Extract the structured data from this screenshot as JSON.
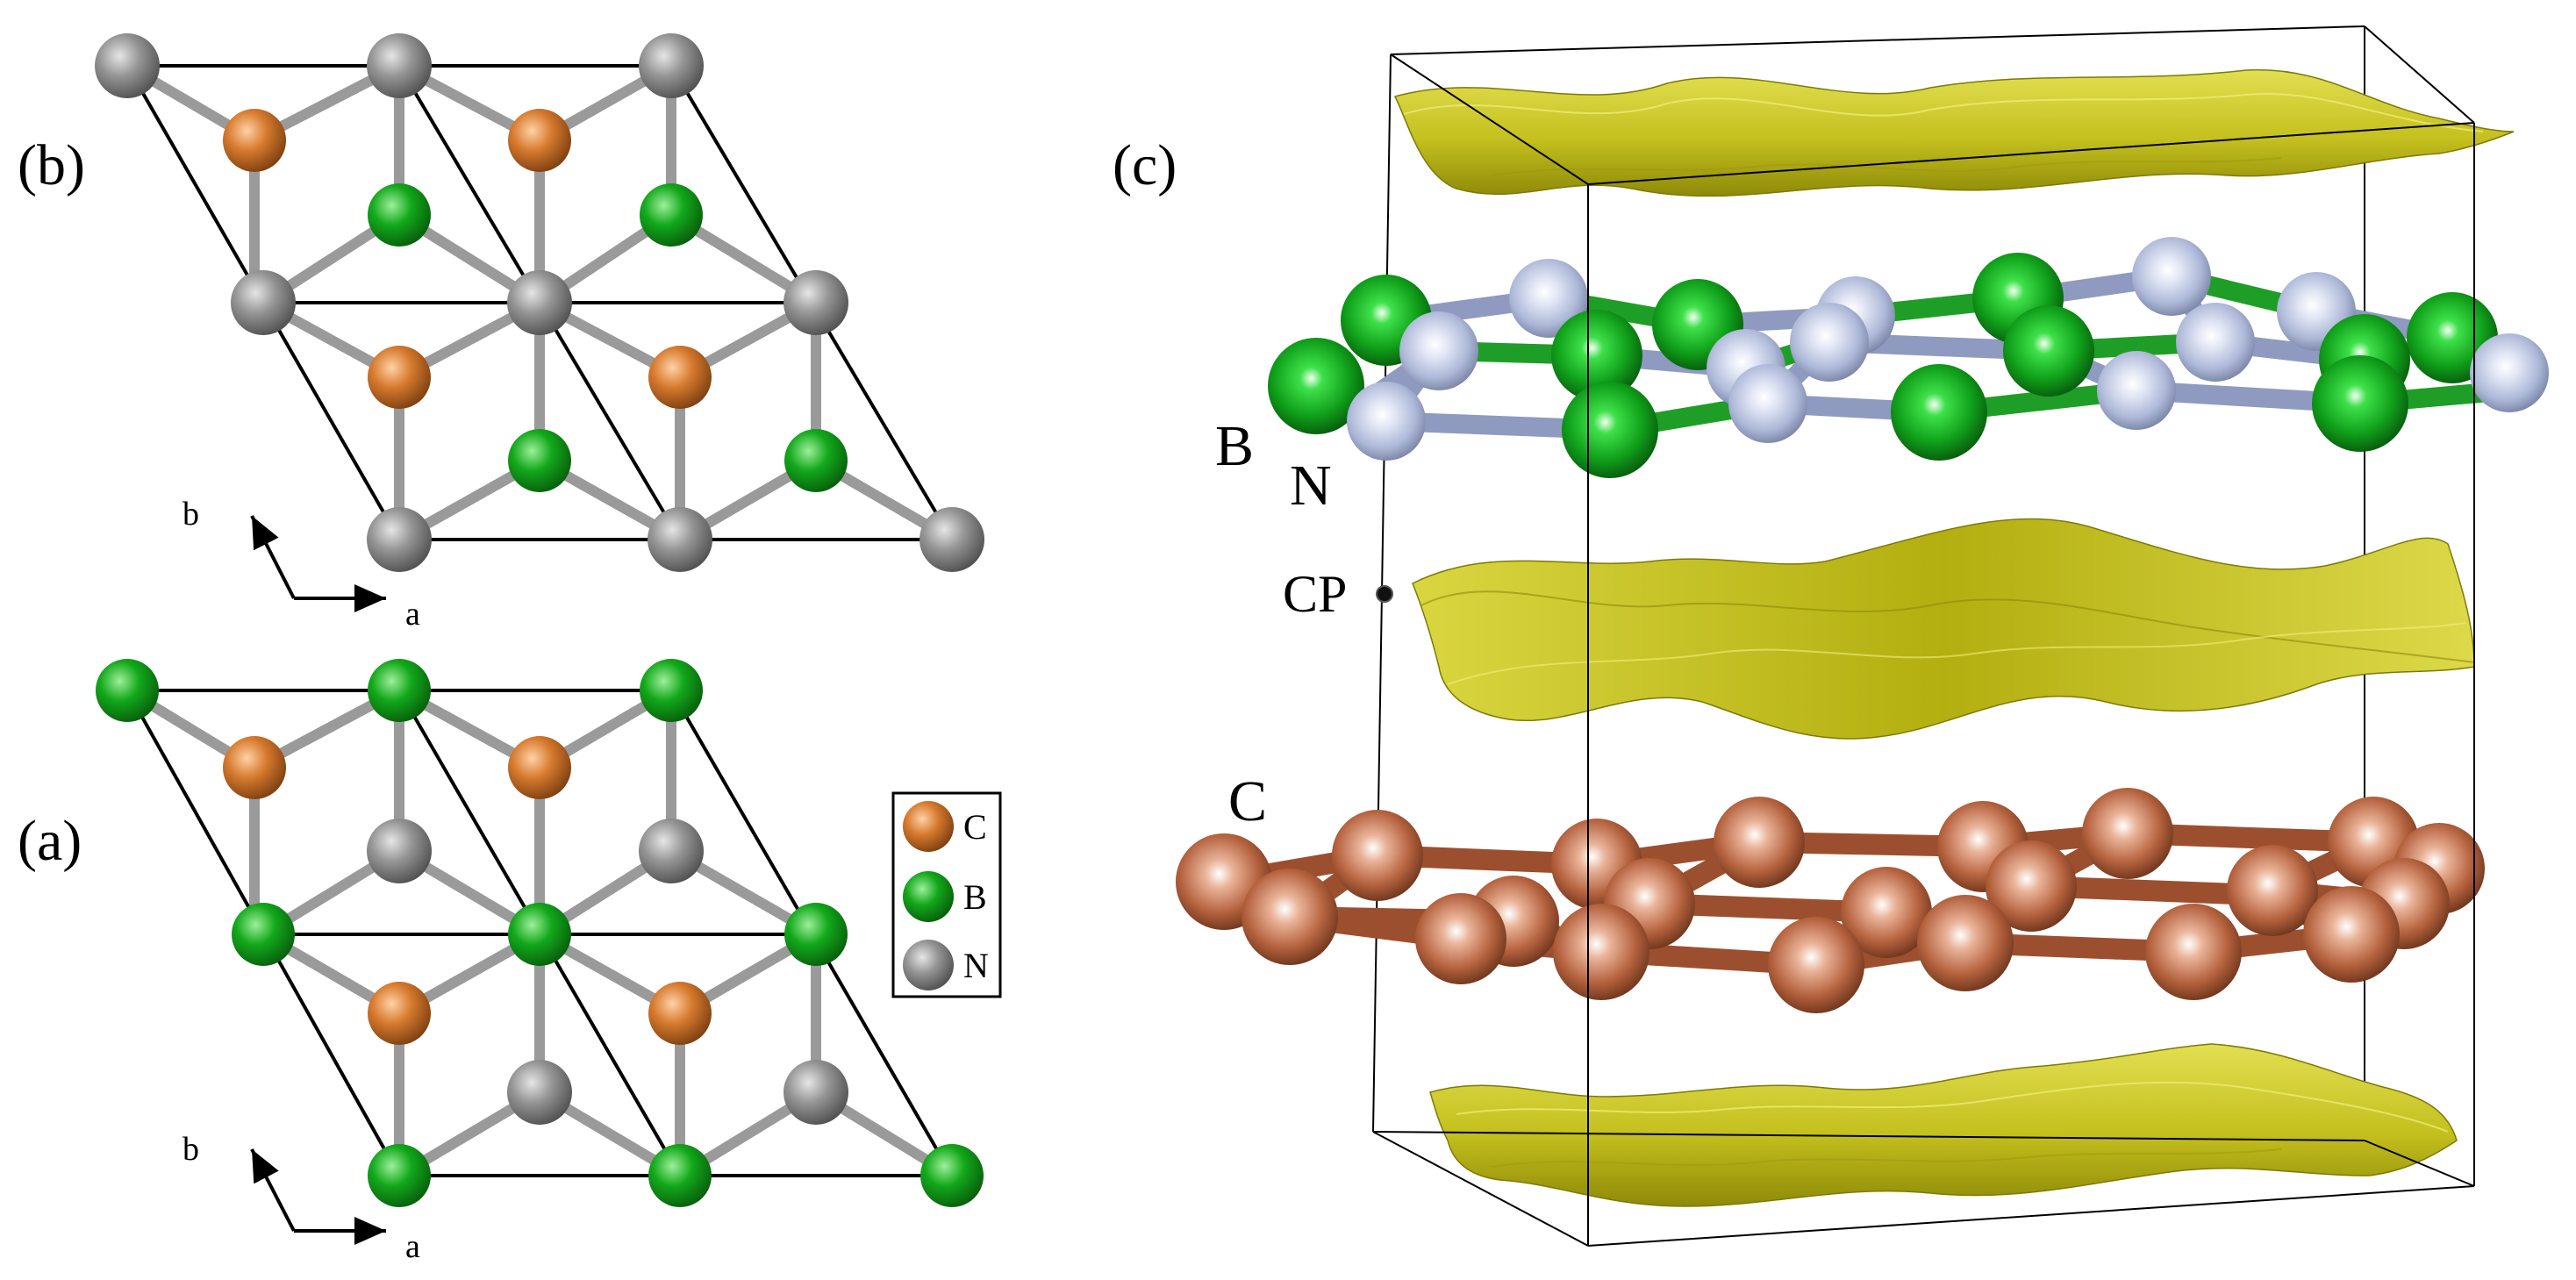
{
  "panels": {
    "b": {
      "label": "(b)"
    },
    "a": {
      "label": "(a)"
    },
    "c": {
      "label": "(c)"
    }
  },
  "axes": {
    "a_label": "a",
    "b_label": "b"
  },
  "legend": [
    {
      "label": "C",
      "color": "#d0732a"
    },
    {
      "label": "B",
      "color": "#159a1c"
    },
    {
      "label": "N",
      "color": "#8c8c8c"
    }
  ],
  "panel_c_labels": {
    "boron": "B",
    "nitrogen": "N",
    "critical_point": "CP",
    "carbon": "C"
  },
  "colors": {
    "carbon": "#d0732a",
    "boron": "#159a1c",
    "nitrogen_2d": "#8c8c8c",
    "nitrogen_3d": "#b4bedc",
    "carbon_3d": "#b8684a",
    "isosurface": "#c6c422",
    "bond": "#9a9a9a"
  }
}
